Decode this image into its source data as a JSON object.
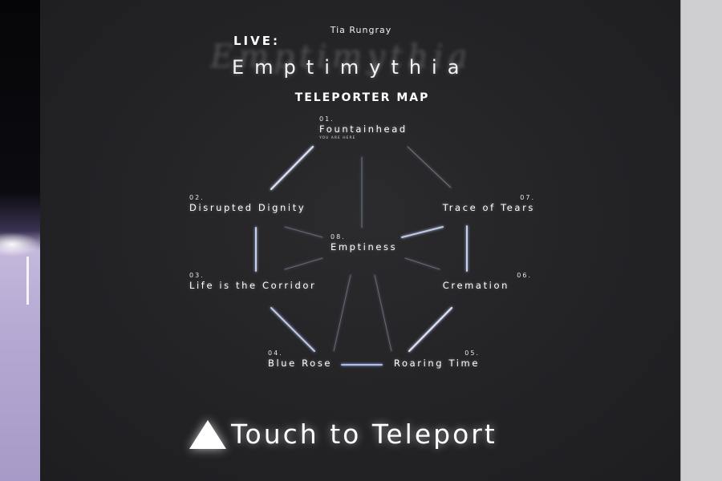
{
  "header": {
    "artist": "Tia Rungray",
    "live_label": "LIVE:",
    "title_shadow": "Emptimythia",
    "title": "Emptimythia",
    "map_heading": "TELEPORTER MAP"
  },
  "nodes": [
    {
      "num": "01.",
      "name": "Fountainhead",
      "note": "YOU ARE HERE"
    },
    {
      "num": "02.",
      "name": "Disrupted Dignity"
    },
    {
      "num": "03.",
      "name": "Life is the Corridor"
    },
    {
      "num": "04.",
      "name": "Blue Rose"
    },
    {
      "num": "05.",
      "name": "Roaring Time"
    },
    {
      "num": "06.",
      "name": "Cremation"
    },
    {
      "num": "07.",
      "name": "Trace of Tears"
    },
    {
      "num": "08.",
      "name": "Emptiness"
    }
  ],
  "cta": {
    "icon": "up-triangle-icon",
    "label": "Touch to Teleport"
  },
  "colors": {
    "background": "#232326",
    "text": "#ffffff",
    "line_glow": "#b8d0ff",
    "left_glow": "#b5a8d2",
    "wall": "#cfcfd2"
  }
}
